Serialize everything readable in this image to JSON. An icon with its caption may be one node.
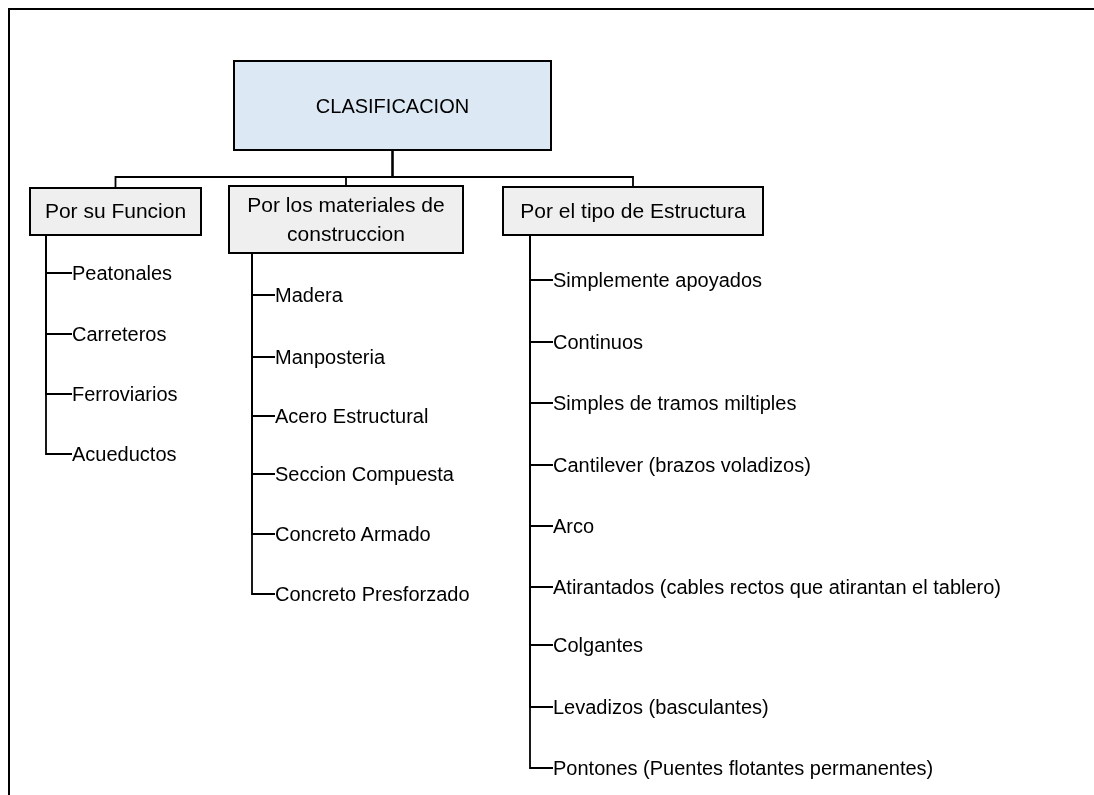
{
  "diagram": {
    "nodes": [
      {
        "text": [
          "CLASIFICACION"
        ]
      },
      {
        "text": [
          "Por su Funcion"
        ]
      },
      {
        "text": [
          "Peatonales"
        ]
      },
      {
        "text": [
          "Carreteros"
        ]
      },
      {
        "text": [
          "Ferroviarios"
        ]
      },
      {
        "text": [
          "Acueductos"
        ]
      },
      {
        "text": [
          "Por los materiales de construccion"
        ]
      },
      {
        "text": [
          "Madera"
        ]
      },
      {
        "text": [
          "Manposteria"
        ]
      },
      {
        "text": [
          "Acero Estructural"
        ]
      },
      {
        "text": [
          "Seccion Compuesta"
        ]
      },
      {
        "text": [
          "Concreto Armado"
        ]
      },
      {
        "text": [
          "Concreto Presforzado"
        ]
      },
      {
        "text": [
          "Por el tipo de Estructura"
        ]
      },
      {
        "text": [
          "Simplemente apoyados"
        ]
      },
      {
        "text": [
          "Continuos"
        ]
      },
      {
        "text": [
          "Simples de tramos miltiples"
        ]
      },
      {
        "text": [
          "Cantilever (brazos voladizos)"
        ]
      },
      {
        "text": [
          "Arco"
        ]
      },
      {
        "text": [
          "Atirantados (cables rectos que atirantan el tablero)"
        ]
      },
      {
        "text": [
          "Colgantes"
        ]
      },
      {
        "text": [
          "Levadizos (basculantes)"
        ]
      },
      {
        "text": [
          "Pontones (Puentes flotantes permanentes)"
        ]
      }
    ],
    "edges": [
      {
        "from": 0,
        "to": 1,
        "arrow": "none"
      },
      {
        "from": 0,
        "to": 6,
        "arrow": "none"
      },
      {
        "from": 0,
        "to": 13,
        "arrow": "none"
      },
      {
        "from": 1,
        "to": 2,
        "arrow": "none"
      },
      {
        "from": 1,
        "to": 3,
        "arrow": "none"
      },
      {
        "from": 1,
        "to": 4,
        "arrow": "none"
      },
      {
        "from": 1,
        "to": 5,
        "arrow": "none"
      },
      {
        "from": 6,
        "to": 7,
        "arrow": "none"
      },
      {
        "from": 6,
        "to": 8,
        "arrow": "none"
      },
      {
        "from": 6,
        "to": 9,
        "arrow": "none"
      },
      {
        "from": 6,
        "to": 10,
        "arrow": "none"
      },
      {
        "from": 6,
        "to": 11,
        "arrow": "none"
      },
      {
        "from": 6,
        "to": 12,
        "arrow": "none"
      },
      {
        "from": 13,
        "to": 14,
        "arrow": "none"
      },
      {
        "from": 13,
        "to": 15,
        "arrow": "none"
      },
      {
        "from": 13,
        "to": 16,
        "arrow": "none"
      },
      {
        "from": 13,
        "to": 17,
        "arrow": "none"
      },
      {
        "from": 13,
        "to": 18,
        "arrow": "none"
      },
      {
        "from": 13,
        "to": 19,
        "arrow": "none"
      },
      {
        "from": 13,
        "to": 20,
        "arrow": "none"
      },
      {
        "from": 13,
        "to": 21,
        "arrow": "none"
      },
      {
        "from": 13,
        "to": 22,
        "arrow": "none"
      }
    ]
  }
}
